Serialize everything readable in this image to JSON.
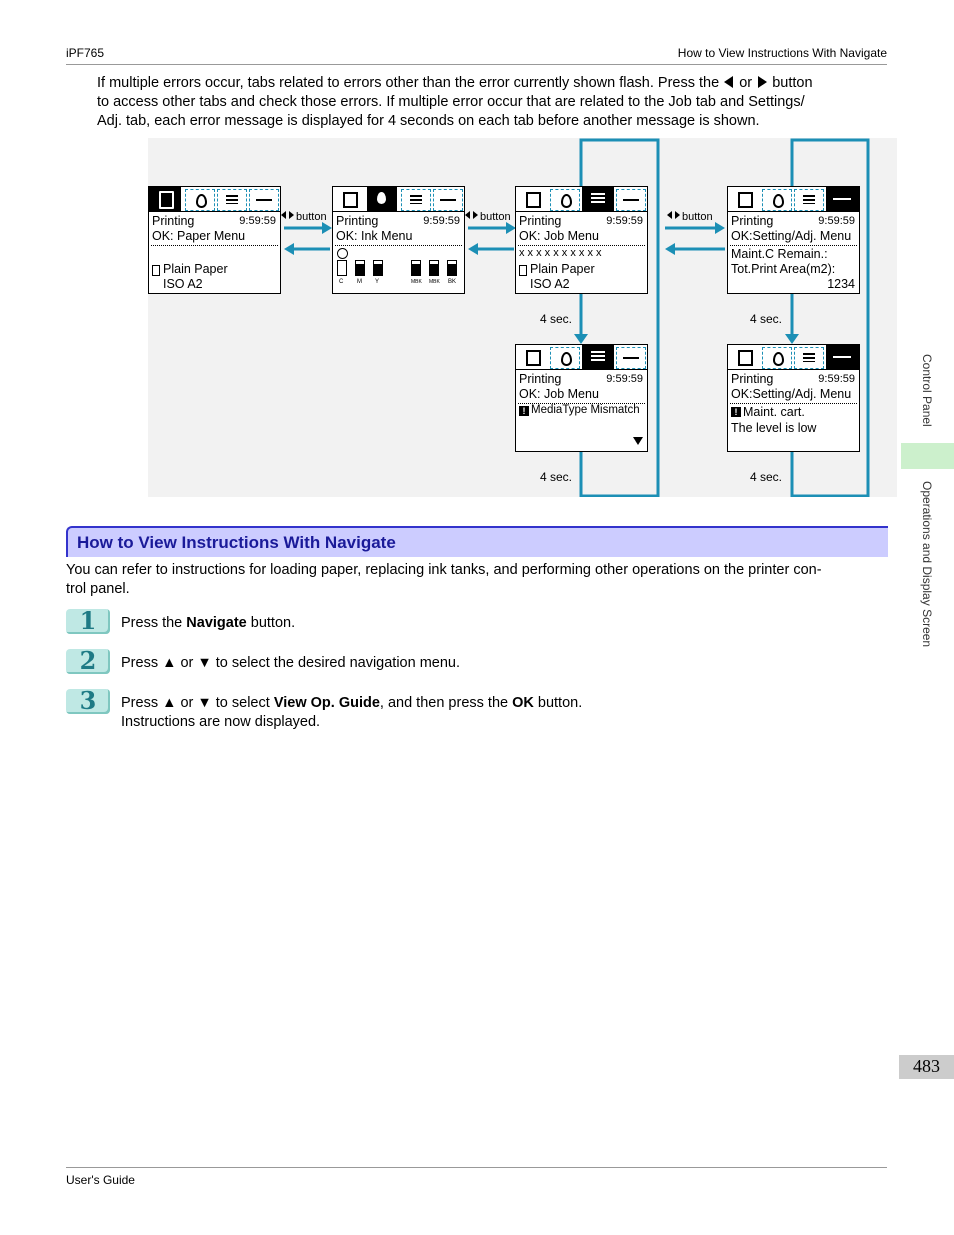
{
  "header": {
    "left": "iPF765",
    "right": "How to View Instructions With Navigate"
  },
  "intro": {
    "line1_a": "If multiple errors occur, tabs related to errors other than the error currently shown flash. Press the",
    "line1_or": "or",
    "line1_b": "button",
    "line2": "to access other tabs and check those errors. If multiple error occur that are related to the Job tab and Settings/",
    "line3": "Adj. tab, each error message is displayed for 4 seconds on each tab before another message is shown."
  },
  "diagram": {
    "button_label": "button",
    "sec_label": "4 sec.",
    "panel1": {
      "l1": "Printing",
      "time": "9:59:59",
      "l2": "OK: Paper Menu",
      "l3": "Plain Paper",
      "l4": "ISO A2"
    },
    "panel2": {
      "l1": "Printing",
      "time": "9:59:59",
      "l2": "OK: Ink Menu",
      "inks": [
        "C",
        "M",
        "Y",
        "MBK",
        "MBK",
        "BK"
      ]
    },
    "panel3": {
      "l1": "Printing",
      "time": "9:59:59",
      "l2": "OK: Job Menu",
      "l3": "x x x x x x x x x x",
      "l4": "Plain Paper",
      "l5": "ISO A2"
    },
    "panel4": {
      "l1": "Printing",
      "time": "9:59:59",
      "l2": "OK:Setting/Adj. Menu",
      "l3": "Maint.C Remain.:",
      "l4": "Tot.Print Area(m2):",
      "l5": "1234"
    },
    "panel5": {
      "l1": "Printing",
      "time": "9:59:59",
      "l2": "OK: Job Menu",
      "l3": "MediaType Mismatch"
    },
    "panel6": {
      "l1": "Printing",
      "time": "9:59:59",
      "l2": "OK:Setting/Adj. Menu",
      "l3": "Maint. cart.",
      "l4": "The level is low"
    }
  },
  "section": {
    "title": "How to View Instructions With Navigate",
    "para_line1": "You can refer to instructions for loading paper, replacing ink tanks, and performing other operations on the printer con-",
    "para_line2": "trol panel."
  },
  "steps": [
    {
      "num": "1",
      "pre": "Press the ",
      "bold1": "Navigate",
      "post": " button.",
      "bold2": "",
      "post2": "",
      "extra": ""
    },
    {
      "num": "2",
      "pre": "Press ▲ or ▼ to select the desired navigation menu.",
      "bold1": "",
      "post": "",
      "bold2": "",
      "post2": "",
      "extra": ""
    },
    {
      "num": "3",
      "pre": "Press ▲ or ▼ to select ",
      "bold1": "View Op. Guide",
      "post": ", and then press the ",
      "bold2": "OK",
      "post2": " button.",
      "extra": "Instructions are now displayed."
    }
  ],
  "side": {
    "tab1": "Control Panel",
    "tab2": "Operations and Display Screen",
    "accent": "#ccf0cc"
  },
  "page_number": "483",
  "footer": "User's Guide"
}
